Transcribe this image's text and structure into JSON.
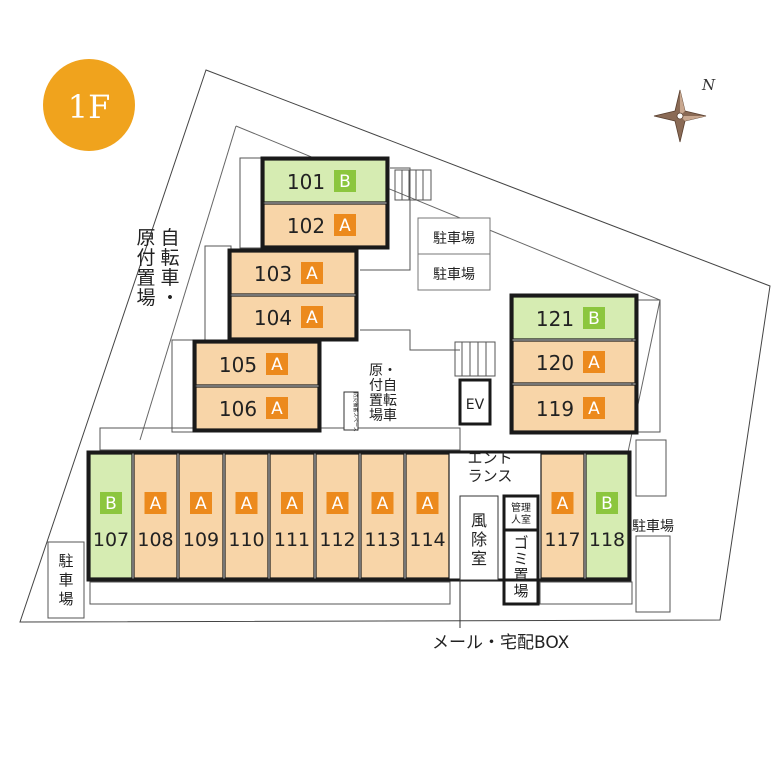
{
  "floor": "1F",
  "compass_label": "N",
  "colors": {
    "unit_a_fill": "#f8d5a8",
    "unit_b_fill": "#d6ecb2",
    "badge_a": "#ec8a1d",
    "badge_b": "#8cc63e",
    "floor_badge": "#f0a31d",
    "wall": "#1a1a1a"
  },
  "units": [
    {
      "number": "101",
      "type": "B"
    },
    {
      "number": "102",
      "type": "A"
    },
    {
      "number": "103",
      "type": "A"
    },
    {
      "number": "104",
      "type": "A"
    },
    {
      "number": "105",
      "type": "A"
    },
    {
      "number": "106",
      "type": "A"
    },
    {
      "number": "121",
      "type": "B"
    },
    {
      "number": "120",
      "type": "A"
    },
    {
      "number": "119",
      "type": "A"
    },
    {
      "number": "107",
      "type": "B"
    },
    {
      "number": "108",
      "type": "A"
    },
    {
      "number": "109",
      "type": "A"
    },
    {
      "number": "110",
      "type": "A"
    },
    {
      "number": "111",
      "type": "A"
    },
    {
      "number": "112",
      "type": "A"
    },
    {
      "number": "113",
      "type": "A"
    },
    {
      "number": "114",
      "type": "A"
    },
    {
      "number": "117",
      "type": "A"
    },
    {
      "number": "118",
      "type": "B"
    }
  ],
  "labels": {
    "bicycle_parking_left": "自転車・原付置場",
    "bicycle_parking_mid": "原付置場・自転車",
    "parking_top_1": "駐車場",
    "parking_top_2": "駐車場",
    "parking_right": "駐車場",
    "parking_left": "駐車場",
    "ev": "EV",
    "entrance": "エントランス",
    "windbreak_room": "風除室",
    "manager_room": "管理人室",
    "garbage": "ゴミ置場",
    "mail_box": "メール・宅配BOX",
    "small_space": "防災備蓄スペース"
  }
}
